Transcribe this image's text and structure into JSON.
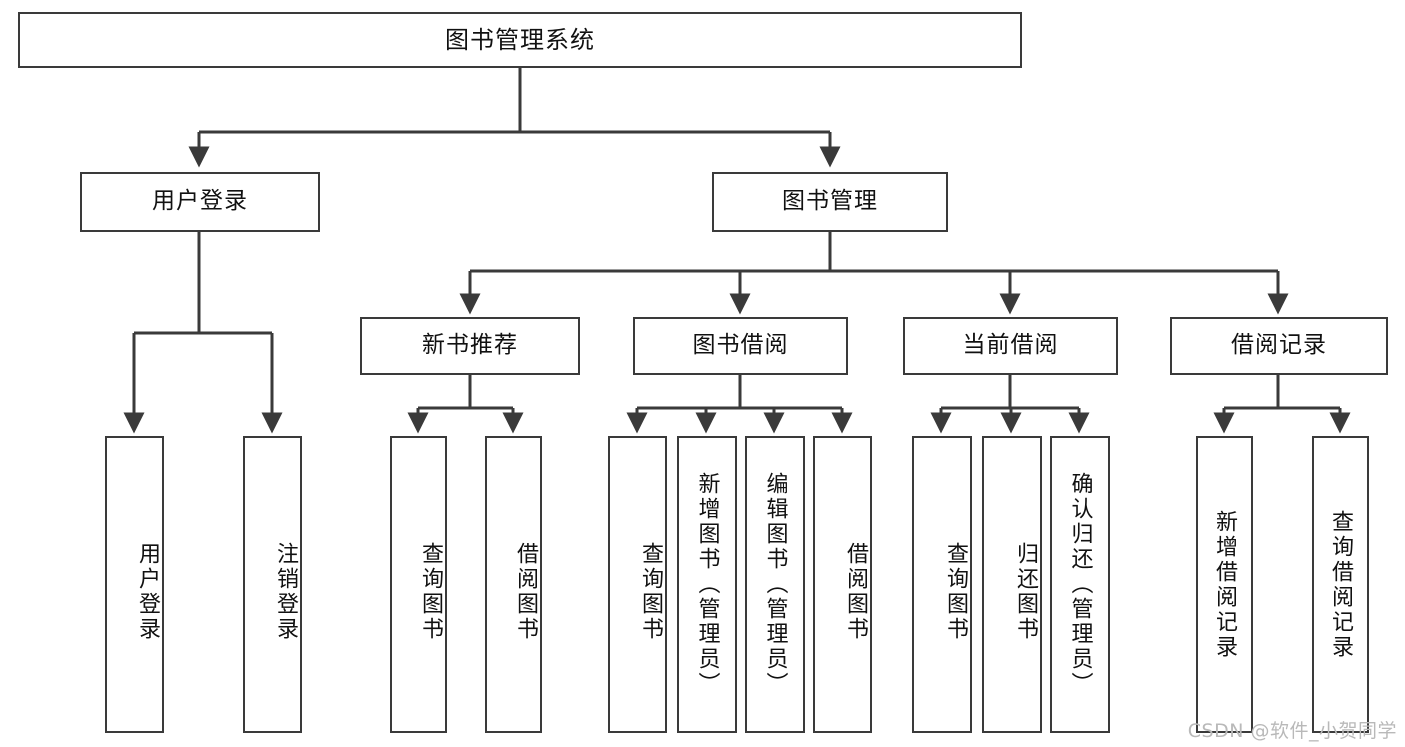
{
  "diagram": {
    "title_node": {
      "label": "图书管理系统"
    },
    "level1": [
      {
        "id": "user-login",
        "label": "用户登录"
      },
      {
        "id": "book-manage",
        "label": "图书管理"
      }
    ],
    "level2": [
      {
        "id": "new-book-recommend",
        "label": "新书推荐"
      },
      {
        "id": "book-borrow",
        "label": "图书借阅"
      },
      {
        "id": "current-borrow",
        "label": "当前借阅"
      },
      {
        "id": "borrow-record",
        "label": "借阅记录"
      }
    ],
    "leaves": {
      "user_login": [
        {
          "id": "leaf-user-login",
          "label": "用户登录"
        },
        {
          "id": "leaf-logout",
          "label": "注销登录"
        }
      ],
      "new_book_recommend": [
        {
          "id": "leaf-query-book-1",
          "label": "查询图书"
        },
        {
          "id": "leaf-borrow-book-1",
          "label": "借阅图书"
        }
      ],
      "book_borrow": [
        {
          "id": "leaf-query-book-2",
          "label": "查询图书"
        },
        {
          "id": "leaf-add-book",
          "label": "新增图书（管理员）"
        },
        {
          "id": "leaf-edit-book",
          "label": "编辑图书（管理员）"
        },
        {
          "id": "leaf-borrow-book-2",
          "label": "借阅图书"
        }
      ],
      "current_borrow": [
        {
          "id": "leaf-query-book-3",
          "label": "查询图书"
        },
        {
          "id": "leaf-return-book",
          "label": "归还图书"
        },
        {
          "id": "leaf-confirm-return",
          "label": "确认归还（管理员）"
        }
      ],
      "borrow_record": [
        {
          "id": "leaf-add-record",
          "label": "新增借阅记录"
        },
        {
          "id": "leaf-query-record",
          "label": "查询借阅记录"
        }
      ]
    },
    "watermark": "CSDN @软件_小贺同学",
    "colors": {
      "line": "#3a3a3a",
      "box_fill": "#ffffff",
      "text": "#111111",
      "watermark": "#b9b9b9",
      "background": "#ffffff"
    }
  }
}
